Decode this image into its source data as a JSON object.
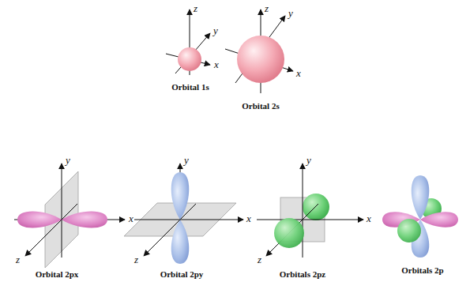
{
  "diagram": {
    "labels": [
      "z",
      "y",
      "x",
      "Orbital 1s",
      "z",
      "y",
      "x",
      "Orbital 2s",
      "y",
      "x",
      "z",
      "Orbital 2px",
      "y",
      "x",
      "z",
      "Orbital 2py",
      "y",
      "x",
      "z",
      "Orbitals 2pz",
      "Orbitals 2p"
    ]
  }
}
